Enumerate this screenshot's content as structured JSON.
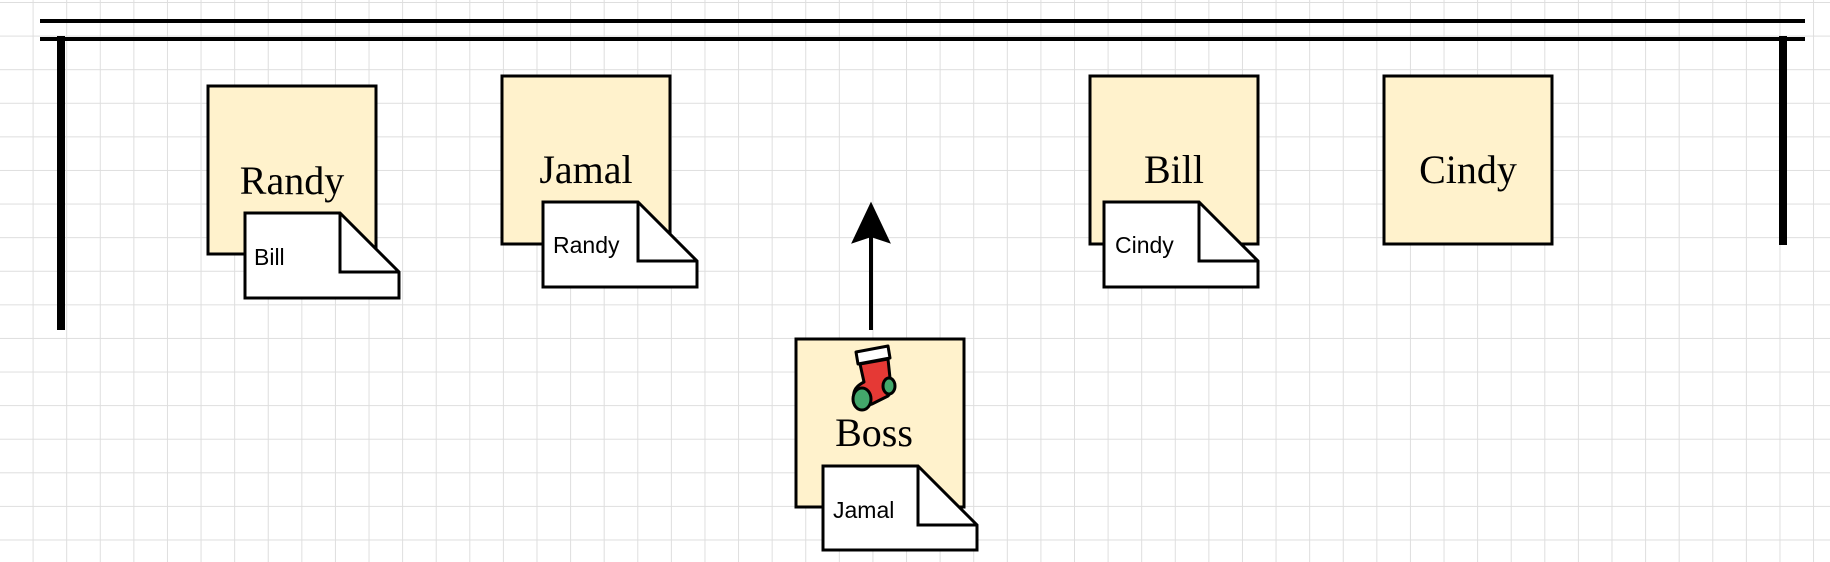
{
  "diagram": {
    "colors": {
      "card_fill": "#fff2cc",
      "note_fill": "#ffffff",
      "stroke": "#000000",
      "grid": "#dedede"
    },
    "people": [
      {
        "name": "Randy",
        "gift_for": "Bill"
      },
      {
        "name": "Jamal",
        "gift_for": "Randy"
      },
      {
        "name": "Bill",
        "gift_for": "Cindy"
      },
      {
        "name": "Cindy",
        "gift_for": ""
      }
    ],
    "boss": {
      "name": "Boss",
      "gift_for": "Jamal",
      "icon": "stocking-icon"
    },
    "arrow": {
      "direction": "up",
      "from": "Boss"
    }
  }
}
